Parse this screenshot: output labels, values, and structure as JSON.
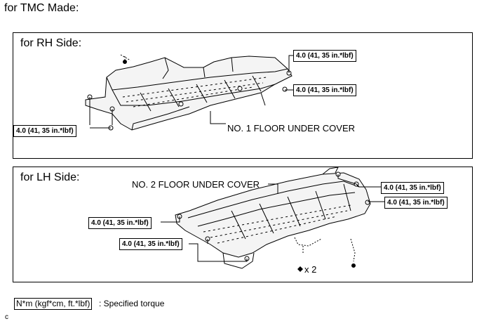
{
  "heading": "for TMC Made:",
  "rh_panel": {
    "title": "for RH Side:",
    "torque_top": "4.0 (41, 35 in.*lbf)",
    "torque_right": "4.0 (41, 35 in.*lbf)",
    "torque_left": "4.0 (41, 35 in.*lbf)",
    "part_label": "NO. 1 FLOOR UNDER COVER"
  },
  "lh_panel": {
    "title": "for LH Side:",
    "part_label": "NO. 2 FLOOR UNDER COVER",
    "torque_right_top": "4.0 (41, 35 in.*lbf)",
    "torque_right_bottom": "4.0 (41, 35 in.*lbf)",
    "torque_left_top": "4.0 (41, 35 in.*lbf)",
    "torque_left_bottom": "4.0 (41, 35 in.*lbf)",
    "clip_count": "x 2"
  },
  "legend": {
    "unit": "N*m (kgf*cm, ft.*lbf)",
    "description": ": Specified torque"
  },
  "figure_code": "c"
}
